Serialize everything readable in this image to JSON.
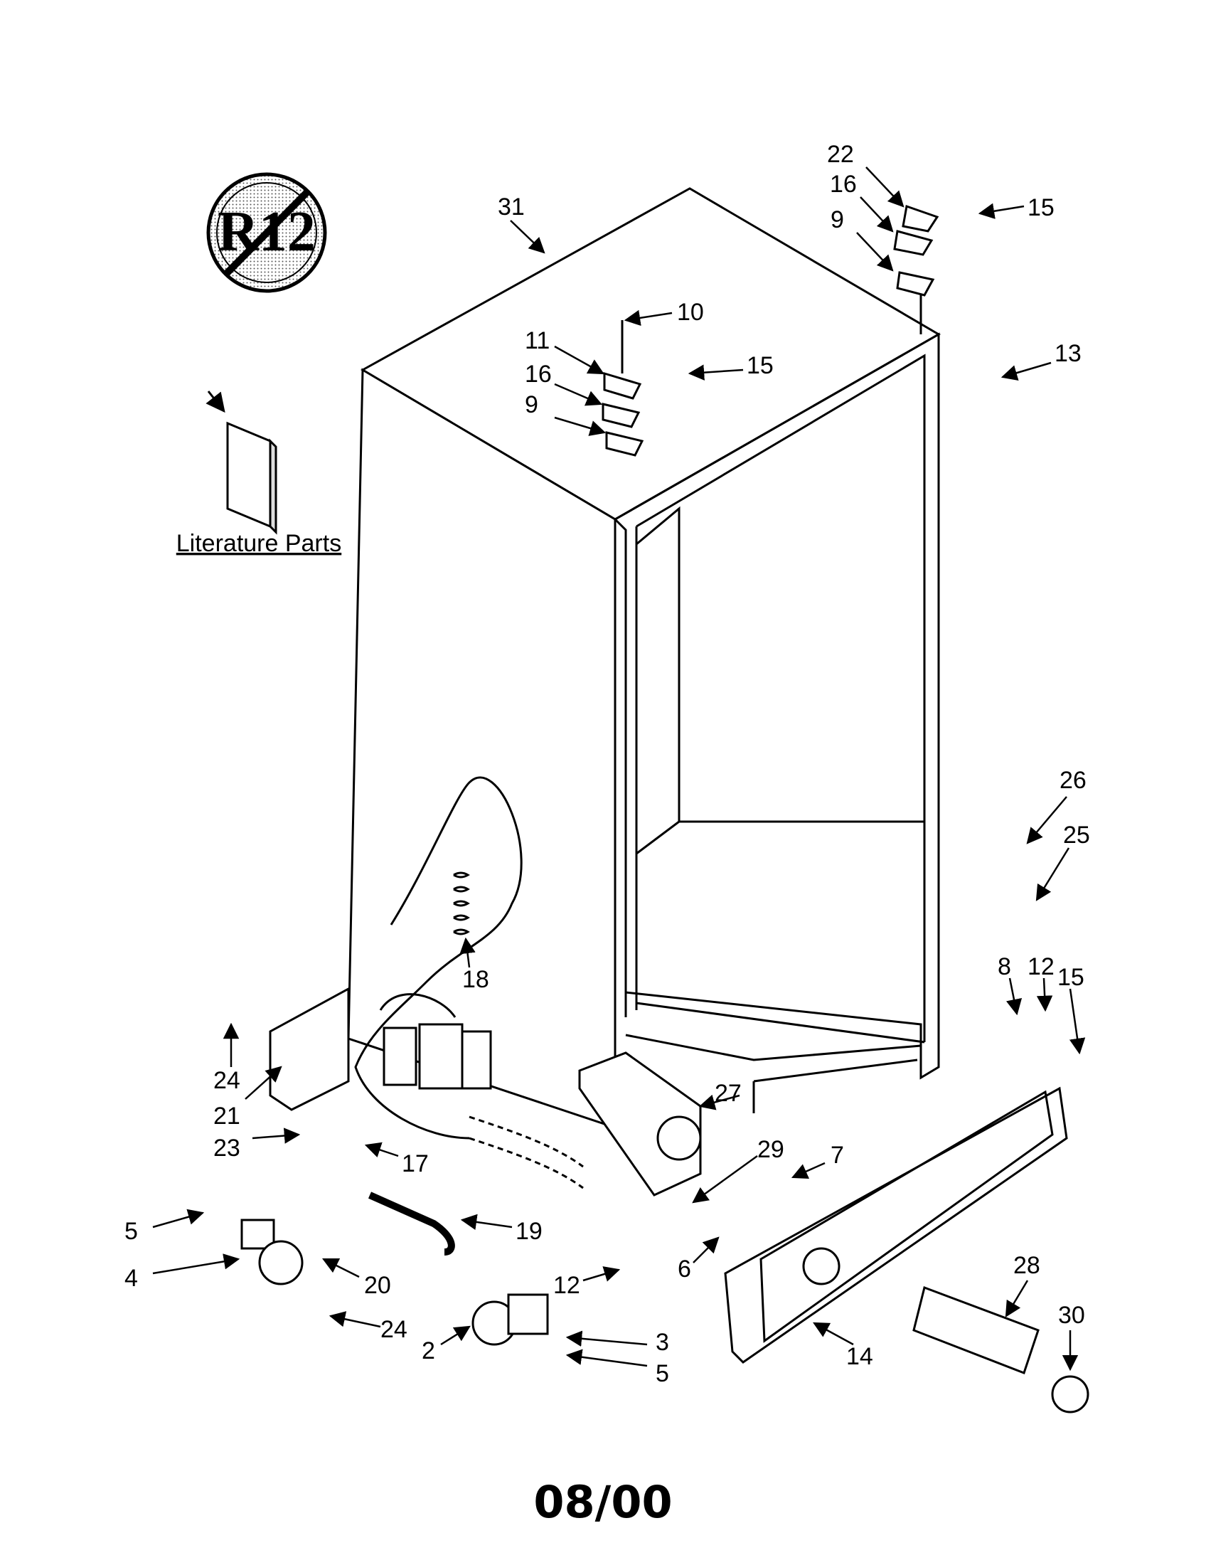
{
  "diagram": {
    "badge_text": "R12",
    "literature_label": "Literature Parts",
    "callouts": [
      "22",
      "16",
      "9",
      "15",
      "31",
      "10",
      "11",
      "16",
      "15",
      "9",
      "13",
      "26",
      "25",
      "18",
      "8",
      "12",
      "15",
      "24",
      "21",
      "27",
      "23",
      "17",
      "29",
      "7",
      "5",
      "4",
      "19",
      "6",
      "20",
      "12",
      "24",
      "2",
      "3",
      "5",
      "14",
      "28",
      "30"
    ]
  },
  "footer": {
    "date_code": "08/00"
  }
}
